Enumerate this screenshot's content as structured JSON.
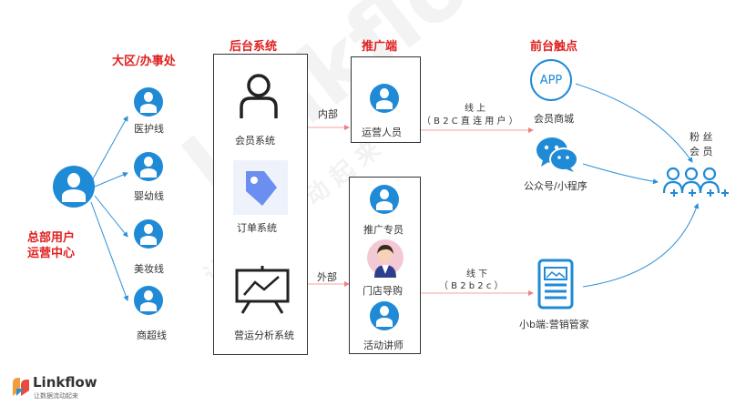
{
  "watermark": {
    "text": "Linkflow",
    "sub": "让 数 据 流 动 起 来"
  },
  "hq": {
    "label_line1": "总部用户",
    "label_line2": "运营中心"
  },
  "region": {
    "header": "大区/办事处",
    "items": [
      {
        "label": "医护线"
      },
      {
        "label": "婴幼线"
      },
      {
        "label": "美妆线"
      },
      {
        "label": "商超线"
      }
    ]
  },
  "backend": {
    "header": "后台系统",
    "items": [
      {
        "label": "会员系统",
        "icon": "member-icon"
      },
      {
        "label": "订单系统",
        "icon": "tag-icon"
      },
      {
        "label": "营运分析系统",
        "icon": "analytics-board-icon"
      }
    ]
  },
  "promo": {
    "header": "推广端",
    "internal_label": "内部",
    "external_label": "外部",
    "top_item": {
      "label": "运营人员"
    },
    "bottom_items": [
      {
        "label": "推广专员"
      },
      {
        "label": "门店导购"
      },
      {
        "label": "活动讲师"
      }
    ]
  },
  "front": {
    "header": "前台触点",
    "app_icon_text": "APP",
    "app_label": "会员商城",
    "wechat_label": "公众号/小程序",
    "small_b_label": "小b端:营销管家"
  },
  "links": {
    "online_line1": "线 上",
    "online_line2": "（ B 2 C 直 连 用 户 ）",
    "offline_line1": "线 下",
    "offline_line2": "（ B 2 b 2 c ）"
  },
  "fans": {
    "label_line1": "粉 丝",
    "label_line2": "会 员"
  },
  "logo": {
    "name": "Linkflow",
    "tagline": "让数据流动起来"
  },
  "colors": {
    "accent_red": "#e02020",
    "icon_blue": "#1f8ad6",
    "line_red": "#f4a0a0",
    "line_blue": "#2a8fd8"
  }
}
